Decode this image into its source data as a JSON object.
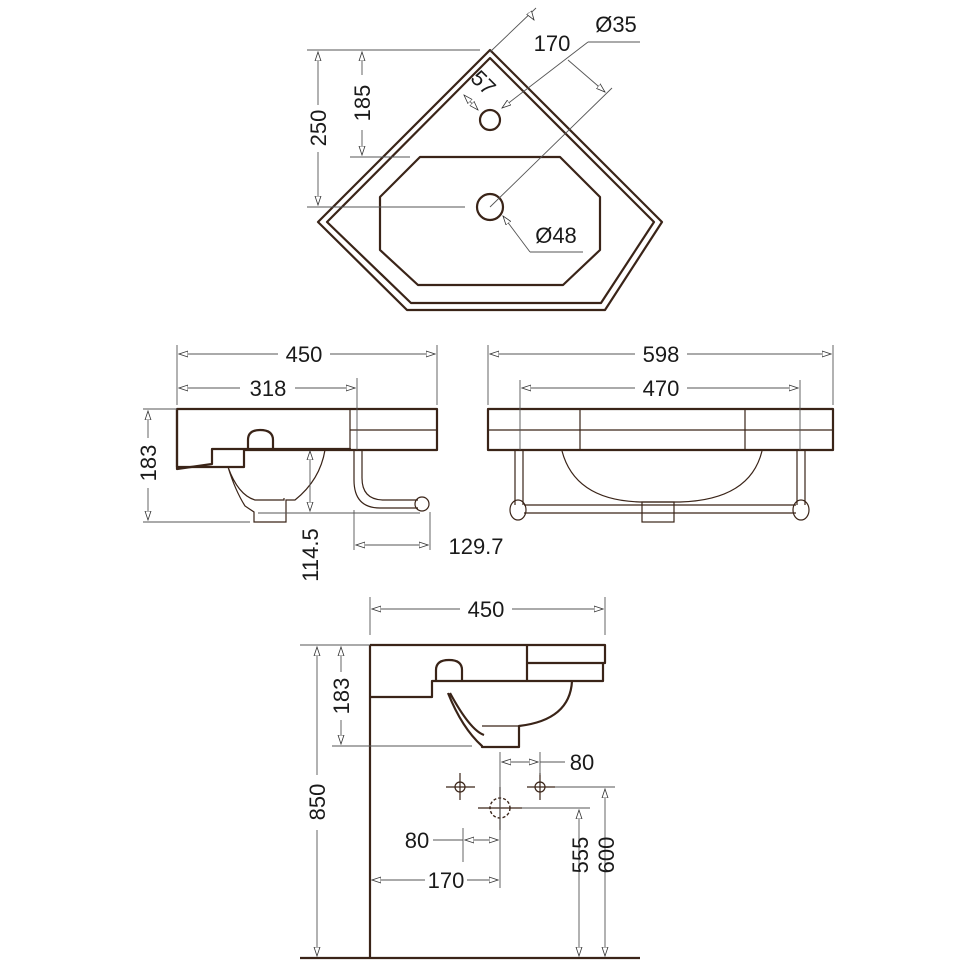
{
  "top_view": {
    "dim_overall_depth": "250",
    "dim_basin_edge": "185",
    "dim_diag": "170",
    "dim_tap_offset": "57",
    "tap_hole": "Ø35",
    "waste_hole": "Ø48"
  },
  "side_view": {
    "dim_width": "450",
    "dim_basin": "318",
    "dim_height": "183",
    "dim_waste_drop": "114.5",
    "dim_rail": "129.7"
  },
  "front_view": {
    "dim_width": "598",
    "dim_rail_span": "470"
  },
  "install_view": {
    "dim_width": "450",
    "dim_height": "183",
    "dim_total": "850",
    "dim_tap_spacing_right": "80",
    "dim_tap_spacing_left": "80",
    "dim_wall_to_center": "170",
    "dim_waste_height": "555",
    "dim_tap_height": "600"
  }
}
